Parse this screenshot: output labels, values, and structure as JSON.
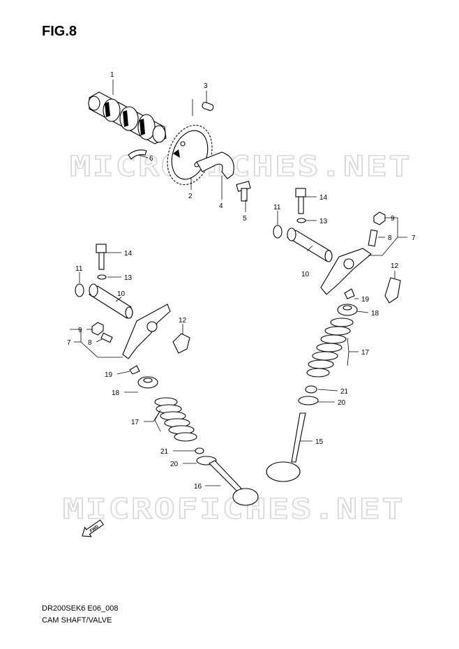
{
  "figure": {
    "title": "FIG.8",
    "model_code": "DR200SEK6 E06_008",
    "caption": "CAM SHAFT/VALVE"
  },
  "watermark": {
    "text": "MICROFICHES.NET",
    "color": "#d6d6d6"
  },
  "direction_badge": {
    "text": "FWD",
    "icon": "forward-arrow-icon"
  },
  "callouts": [
    {
      "id": "c1",
      "label": "1"
    },
    {
      "id": "c2",
      "label": "2"
    },
    {
      "id": "c3",
      "label": "3"
    },
    {
      "id": "c4",
      "label": "4"
    },
    {
      "id": "c5",
      "label": "5"
    },
    {
      "id": "c6",
      "label": "6"
    },
    {
      "id": "c7l",
      "label": "7"
    },
    {
      "id": "c7r",
      "label": "7"
    },
    {
      "id": "c8l",
      "label": "8"
    },
    {
      "id": "c8r",
      "label": "8"
    },
    {
      "id": "c9l",
      "label": "9"
    },
    {
      "id": "c9r",
      "label": "9"
    },
    {
      "id": "c10l",
      "label": "10"
    },
    {
      "id": "c10r",
      "label": "10"
    },
    {
      "id": "c11l",
      "label": "11"
    },
    {
      "id": "c11r",
      "label": "11"
    },
    {
      "id": "c12l",
      "label": "12"
    },
    {
      "id": "c12r",
      "label": "12"
    },
    {
      "id": "c13l",
      "label": "13"
    },
    {
      "id": "c13r",
      "label": "13"
    },
    {
      "id": "c14l",
      "label": "14"
    },
    {
      "id": "c14r",
      "label": "14"
    },
    {
      "id": "c15",
      "label": "15"
    },
    {
      "id": "c16",
      "label": "16"
    },
    {
      "id": "c17l",
      "label": "17"
    },
    {
      "id": "c17r",
      "label": "17"
    },
    {
      "id": "c18l",
      "label": "18"
    },
    {
      "id": "c18r",
      "label": "18"
    },
    {
      "id": "c19l",
      "label": "19"
    },
    {
      "id": "c19r",
      "label": "19"
    },
    {
      "id": "c20l",
      "label": "20"
    },
    {
      "id": "c20r",
      "label": "20"
    },
    {
      "id": "c21l",
      "label": "21"
    },
    {
      "id": "c21r",
      "label": "21"
    }
  ]
}
